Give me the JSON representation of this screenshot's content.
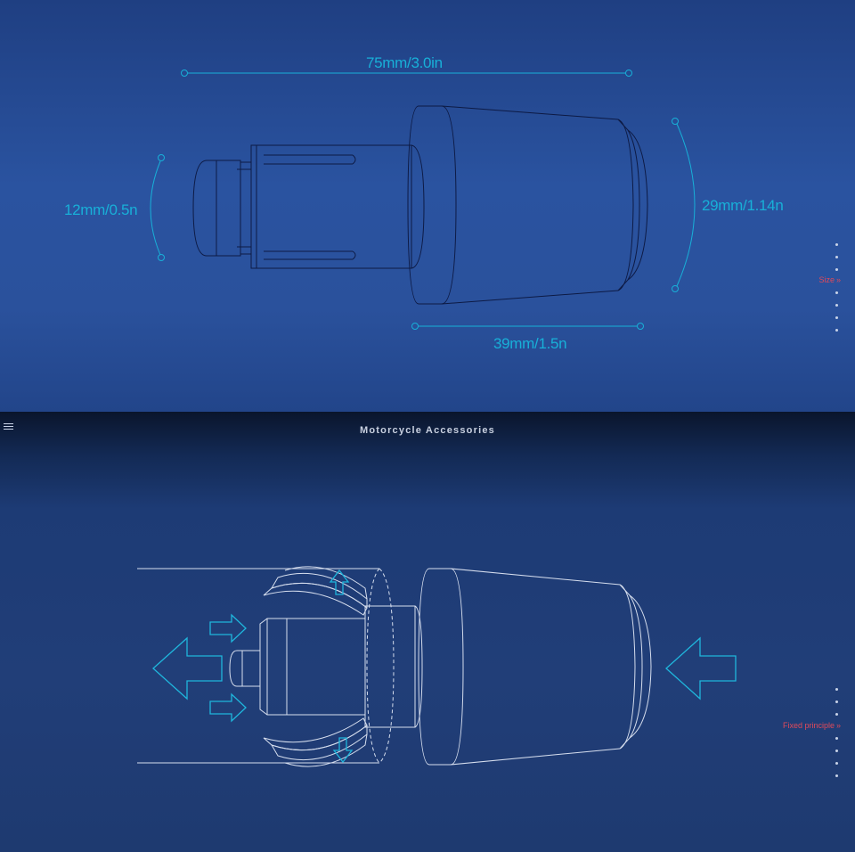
{
  "header": {
    "title": "Motorcycle Accessories",
    "menu_icon": "hamburger-menu-icon"
  },
  "size_view": {
    "dimensions": {
      "total_length": "75mm/3.0in",
      "shaft_diameter": "12mm/0.5n",
      "head_diameter": "29mm/1.14n",
      "head_length": "39mm/1.5n"
    },
    "nav": {
      "active_label": "Size",
      "arrow": "»"
    }
  },
  "fixed_view": {
    "nav": {
      "active_label": "Fixed principle",
      "arrow": "»"
    }
  },
  "colors": {
    "dimension": "#18b0d8",
    "nav_active": "#e04a5a",
    "outline_dark": "#0d1a44",
    "outline_light": "#d6deee",
    "arrow": "#1fb6dc"
  },
  "icons": {
    "arrows": "arrow-outline-icon"
  }
}
